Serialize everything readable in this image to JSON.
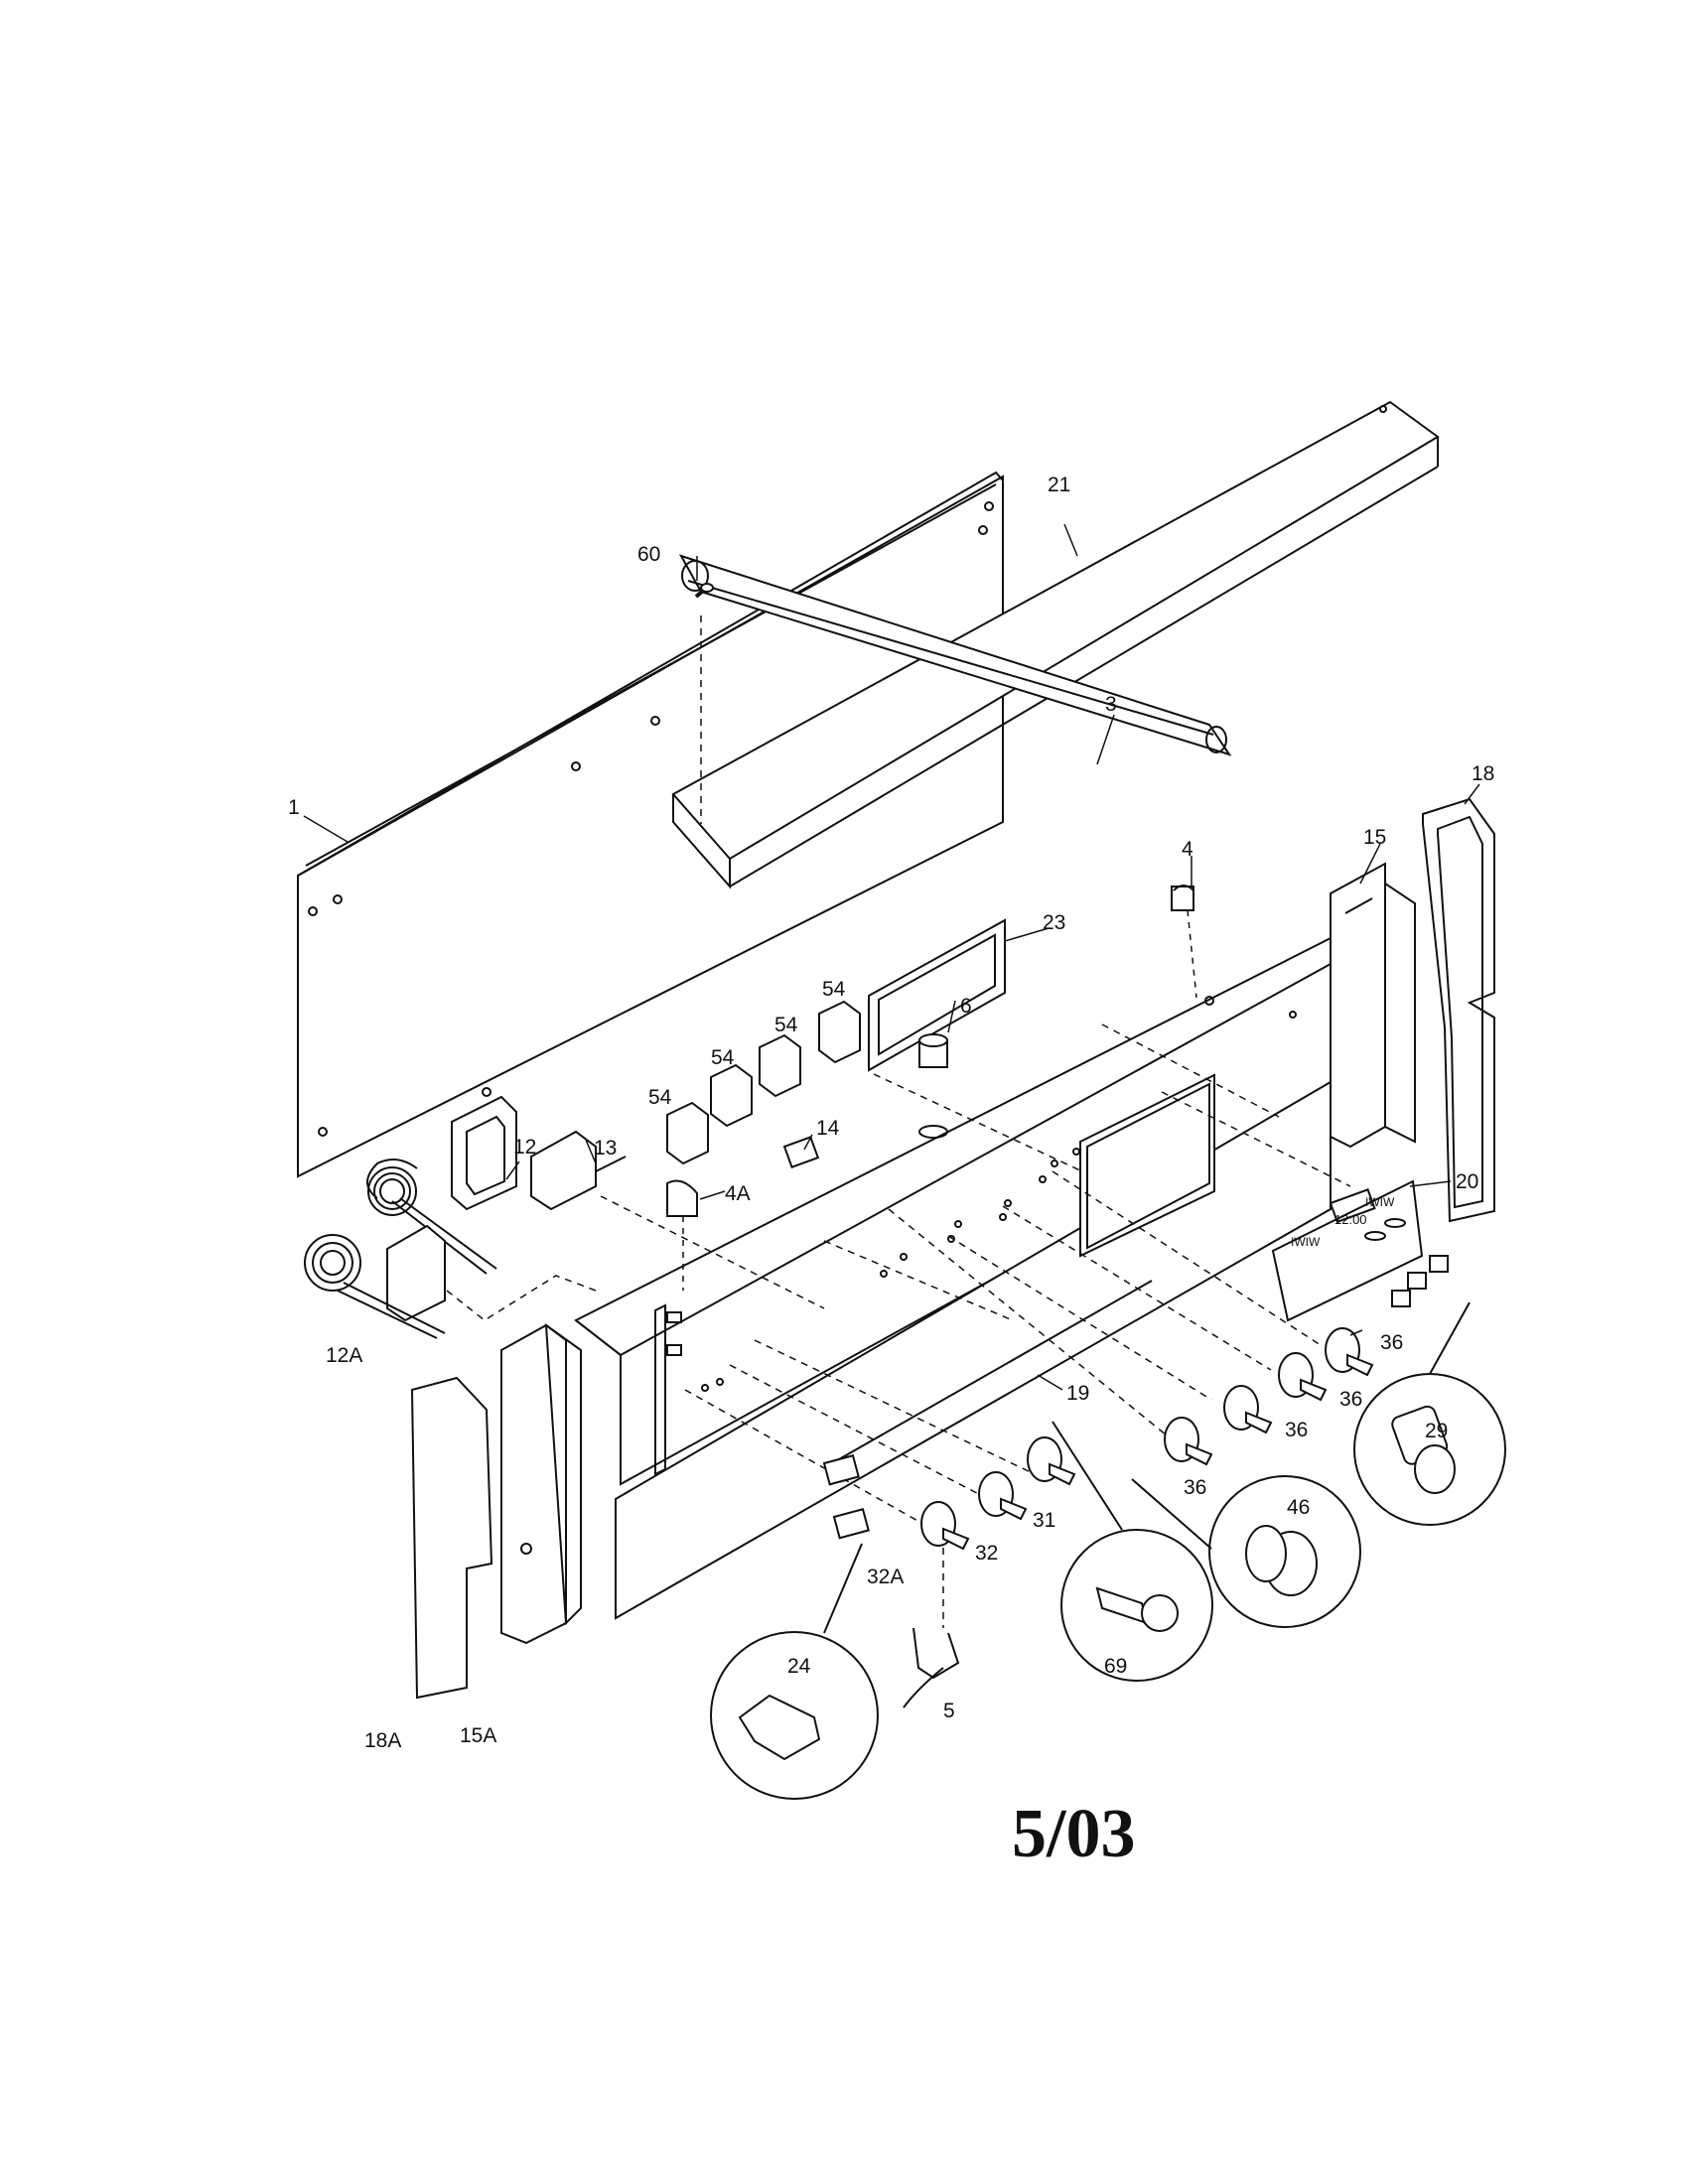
{
  "date_code": "5/03",
  "part_labels": {
    "p1": "1",
    "p3": "3",
    "p4": "4",
    "p4a": "4A",
    "p5": "5",
    "p6": "6",
    "p12": "12",
    "p12a": "12A",
    "p13": "13",
    "p14": "14",
    "p15": "15",
    "p15a": "15A",
    "p18": "18",
    "p18a": "18A",
    "p19": "19",
    "p20": "20",
    "p21": "21",
    "p23": "23",
    "p24": "24",
    "p29": "29",
    "p31": "31",
    "p32": "32",
    "p32a": "32A",
    "p36": "36",
    "p46": "46",
    "p54": "54",
    "p60": "60",
    "p69": "69"
  },
  "clock_display": "12:00",
  "clock_marks": "IWIW"
}
